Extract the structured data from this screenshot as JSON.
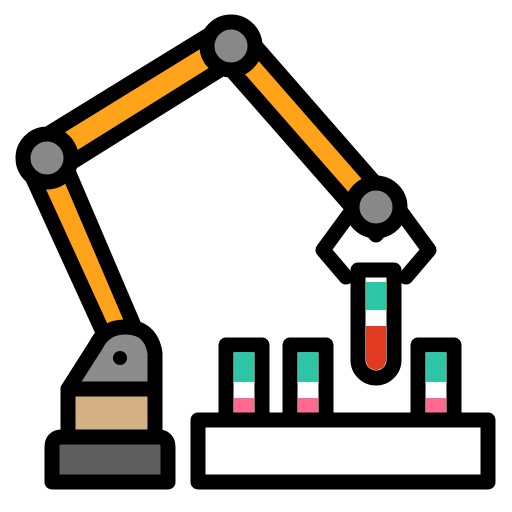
{
  "icon": {
    "name": "robotic-arm-lab-automation-icon",
    "colors": {
      "outline": "#000000",
      "arm": "#ffa31a",
      "arm_shade": "#f08c00",
      "joint": "#888888",
      "joint_shade": "#6e6e6e",
      "upper_base": "#8c8c8c",
      "upper_base_shade": "#6e6e6e",
      "middle_base": "#d4b184",
      "middle_base_shade": "#c49a68",
      "lower_base": "#5e5e5e",
      "tube_glass": "#ffffff",
      "liquid_teal": "#2ec4a6",
      "liquid_pink": "#ff6b8f",
      "liquid_red": "#e03b1f",
      "rack": "#ffffff"
    },
    "rack_tubes": [
      {
        "liquid": [
          "teal",
          "pink"
        ]
      },
      {
        "liquid": [
          "teal",
          "pink"
        ]
      },
      {
        "liquid": [
          "teal",
          "pink"
        ]
      }
    ],
    "held_tube": {
      "liquid": [
        "teal",
        "red"
      ]
    }
  }
}
